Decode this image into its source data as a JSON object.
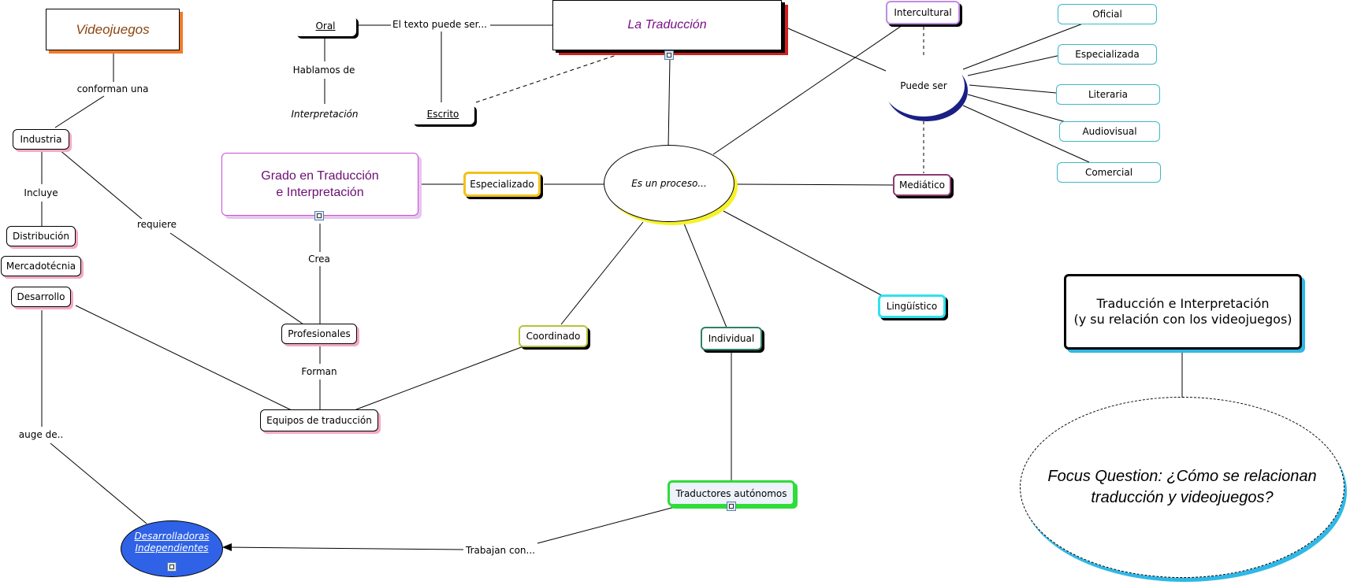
{
  "nodes": {
    "videojuegos": "Videojuegos",
    "la_traduccion": "La Traducción",
    "oral": "Oral",
    "escrito": "Escrito",
    "interpretacion": "Interpretación",
    "industria": "Industria",
    "distribucion": "Distribución",
    "mercadotecnia": "Mercadotécnia",
    "desarrollo": "Desarrollo",
    "grado_l1": "Grado en Traducción",
    "grado_l2": "e Interpretación",
    "especializado": "Especializado",
    "es_un_proceso": "Es un proceso...",
    "profesionales": "Profesionales",
    "equipos": "Equipos de traducción",
    "coordinado": "Coordinado",
    "individual": "Individual",
    "traductores": "Traductores autónomos",
    "desarrolladoras_l1": "Desarrolladoras",
    "desarrolladoras_l2": "Independientes",
    "intercultural": "Intercultural",
    "puede_ser": "Puede ser",
    "mediatico": "Mediático",
    "linguistico": "Lingüístico",
    "oficial": "Oficial",
    "especializada": "Especializada",
    "literaria": "Literaria",
    "audiovisual": "Audiovisual",
    "comercial": "Comercial",
    "title_l1": "Traducción e Interpretación",
    "title_l2": "(y su relación con los videojuegos)",
    "focus_l1": "Focus Question: ¿Cómo se relacionan",
    "focus_l2": "traducción y videojuegos?"
  },
  "links": {
    "conforman_una": "conforman una",
    "incluye": "Incluye",
    "requiere": "requiere",
    "auge_de": "auge de..",
    "hablamos_de": "Hablamos de",
    "el_texto_puede_ser": "El texto puede ser...",
    "crea": "Crea",
    "forman": "Forman",
    "trabajan_con": "Trabajan con..."
  }
}
